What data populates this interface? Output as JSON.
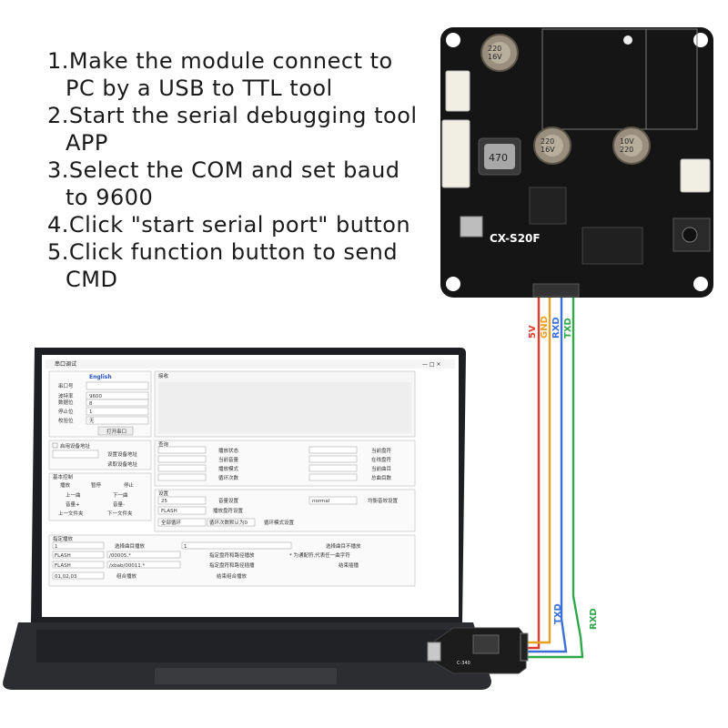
{
  "instructions": [
    {
      "first": "1.Make the module connect to",
      "cont": "PC by a USB to TTL tool"
    },
    {
      "first": "2.Start the serial debugging tool",
      "cont": "APP"
    },
    {
      "first": "3.Select the COM and set baud",
      "cont": "to 9600"
    },
    {
      "first": "4.Click \"start serial port\" button",
      "cont": ""
    },
    {
      "first": "5.Click function button to send",
      "cont": "CMD"
    }
  ],
  "board": {
    "model_label": "CX-S20F",
    "inductor_label": "470",
    "cap_label_1": "220\n16V",
    "cap_label_2": "220\n16V",
    "cap_label_3": "10V\n220"
  },
  "board_pins": {
    "pin_5v": "5V",
    "pin_gnd": "GND",
    "pin_rxd": "RXD",
    "pin_txd": "TXD"
  },
  "adapter_pins": {
    "pin_txd": "TXD",
    "pin_rxd": "RXD",
    "chip_label": "C-340"
  },
  "app_window": {
    "language_link": "English",
    "port_label": "串口号",
    "baud_label": "波特率",
    "baud_value": "9600",
    "data_bits_label": "数据位",
    "data_bits_value": "8",
    "stop_bits_label": "停止位",
    "stop_bits_value": "1",
    "parity_label": "校验位",
    "parity_value": "无",
    "open_port_button": "打开串口",
    "recv_label": "接收",
    "addr_checkbox": "启用设备地址",
    "set_addr_button": "设置设备地址",
    "read_addr_button": "读取设备地址",
    "basic_ctrl_label": "基本控制",
    "play_button": "播放",
    "pause_button": "暂停",
    "stop_button": "停止",
    "prev_button": "上一曲",
    "next_button": "下一曲",
    "vol_up_button": "音量+",
    "vol_down_button": "音量-",
    "prev_folder_button": "上一文件夹",
    "next_folder_button": "下一文件夹",
    "query_label": "查询",
    "query_play_state": "播放状态",
    "query_volume": "当前音量",
    "query_mode": "播放模式",
    "query_file_count": "循环次数",
    "query_cur_disk": "当前盘符",
    "query_online_disk": "在线盘符",
    "query_cur_track": "当前曲目",
    "query_total_tracks": "总曲目数",
    "settings_label": "设置",
    "volume_value": "25",
    "set_volume_button": "音量设置",
    "eq_value": "normal",
    "eq_button": "均衡音效设置",
    "disk_value": "FLASH",
    "set_disk_button": "播放盘符设置",
    "loop_mode_value": "全部循环",
    "loop_count_value": "循环次数默认为0",
    "loop_mode_button": "循环模式设置",
    "select_play_label": "指定播放",
    "track_value": "1",
    "select_track_button": "选择曲目播放",
    "track_value_2": "1",
    "select_track_button_2": "选择曲目不播放",
    "path_disk_1": "FLASH",
    "path_value_1": "/00005.*",
    "path_play_button": "指定盘符和路径播放",
    "path_hint": "* 为通配符,代表任一曲字符",
    "path_disk_2": "FLASH",
    "path_value_2": "/xbab/00011.*",
    "path_insert_button": "指定盘符和路径插播",
    "end_insert_button": "结束插播",
    "combo_value": "01,02,03",
    "combo_play_button": "组合播放",
    "combo_end_button": "结束组合播放"
  },
  "colors": {
    "wire_5v": "#e23a2a",
    "wire_gnd": "#e8a020",
    "wire_rxd": "#3a6fd8",
    "wire_txd": "#2fa84a",
    "board": "#141414"
  }
}
